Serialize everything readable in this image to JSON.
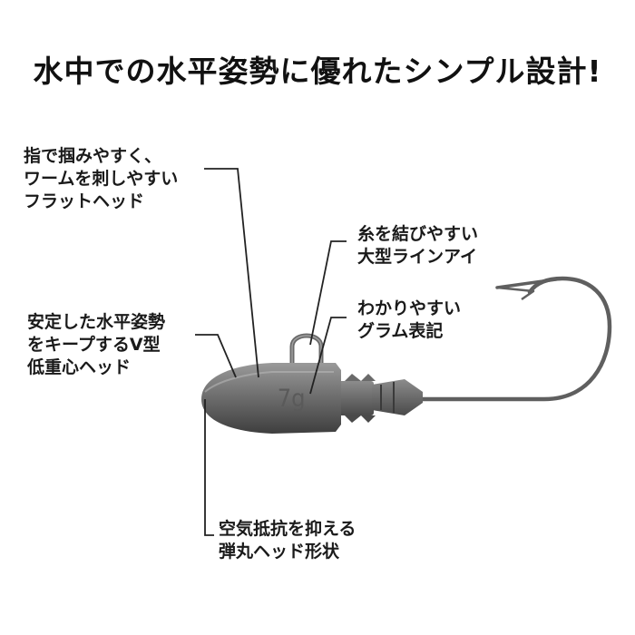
{
  "headline": "水中での水平姿勢に優れたシンプル設計!",
  "callouts": {
    "flat_head": [
      "指で掴みやすく、",
      "ワームを刺しやすい",
      "フラットヘッド"
    ],
    "line_eye": [
      "糸を結びやすい",
      "大型ラインアイ"
    ],
    "gram_mark": [
      "わかりやすい",
      "グラム表記"
    ],
    "v_shape": [
      "安定した水平姿勢",
      "をキープするV型",
      "低重心ヘッド"
    ],
    "bullet_head": [
      "空気抵抗を抑える",
      "弾丸ヘッド形状"
    ]
  },
  "product": {
    "weight_mark": "7g",
    "colors": {
      "lead": "#6e6e6e",
      "lead_dark": "#4a4a4a",
      "lead_light": "#9a9a9a",
      "hook": "#666666"
    }
  }
}
